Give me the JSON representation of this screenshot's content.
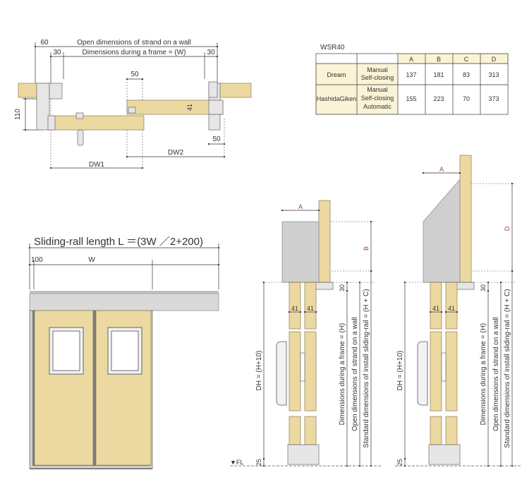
{
  "top_plan": {
    "open_dim_label": "Open dimensions of strand on a wall",
    "frame_dim_label": "Dimensions during a frame = (W)",
    "dim_60": "60",
    "dim_30_left": "30",
    "dim_30_right": "30",
    "dim_50_top": "50",
    "dim_50_right": "50",
    "dim_110": "110",
    "dim_41": "41",
    "dw1": "DW1",
    "dw2": "DW2"
  },
  "spec_table": {
    "title": "WSR40",
    "headers": [
      "A",
      "B",
      "C",
      "D"
    ],
    "rows": [
      {
        "brand": "Dream",
        "mode": [
          "Manual",
          "Self-closing"
        ],
        "values": [
          "137",
          "181",
          "83",
          "313"
        ]
      },
      {
        "brand": "HashidaGiken",
        "mode": [
          "Manual",
          "Self-closing",
          "Automatic"
        ],
        "values": [
          "155",
          "223",
          "70",
          "373"
        ]
      }
    ]
  },
  "elevation": {
    "rail_label": "Sliding-rall length L ＝(3W ／2+200)",
    "dim_100": "100",
    "dim_w": "W"
  },
  "section_left": {
    "a": "A",
    "b": "B",
    "dim_30": "30",
    "dim_41a": "41",
    "dim_41b": "41",
    "dh": "DH = (H+10)",
    "frame_dim": "Dimensions during a frame = (H)",
    "open_dim": "Open dimensions of strand on a wall",
    "std_dim": "Standard dimensions of install sliding-rail = (H + C)",
    "dim_25": "25",
    "fl": "▼FL"
  },
  "section_right": {
    "a": "A",
    "d": "D",
    "dim_30": "30",
    "dim_41a": "41",
    "dim_41b": "41",
    "dh": "DH = (H+10)",
    "frame_dim": "Dimensions during a frame = (H)",
    "open_dim": "Open dimensions of strand on a wall",
    "std_dim": "Standard dimensions of install sliding-rail = (H + C)",
    "dim_25": "25"
  }
}
